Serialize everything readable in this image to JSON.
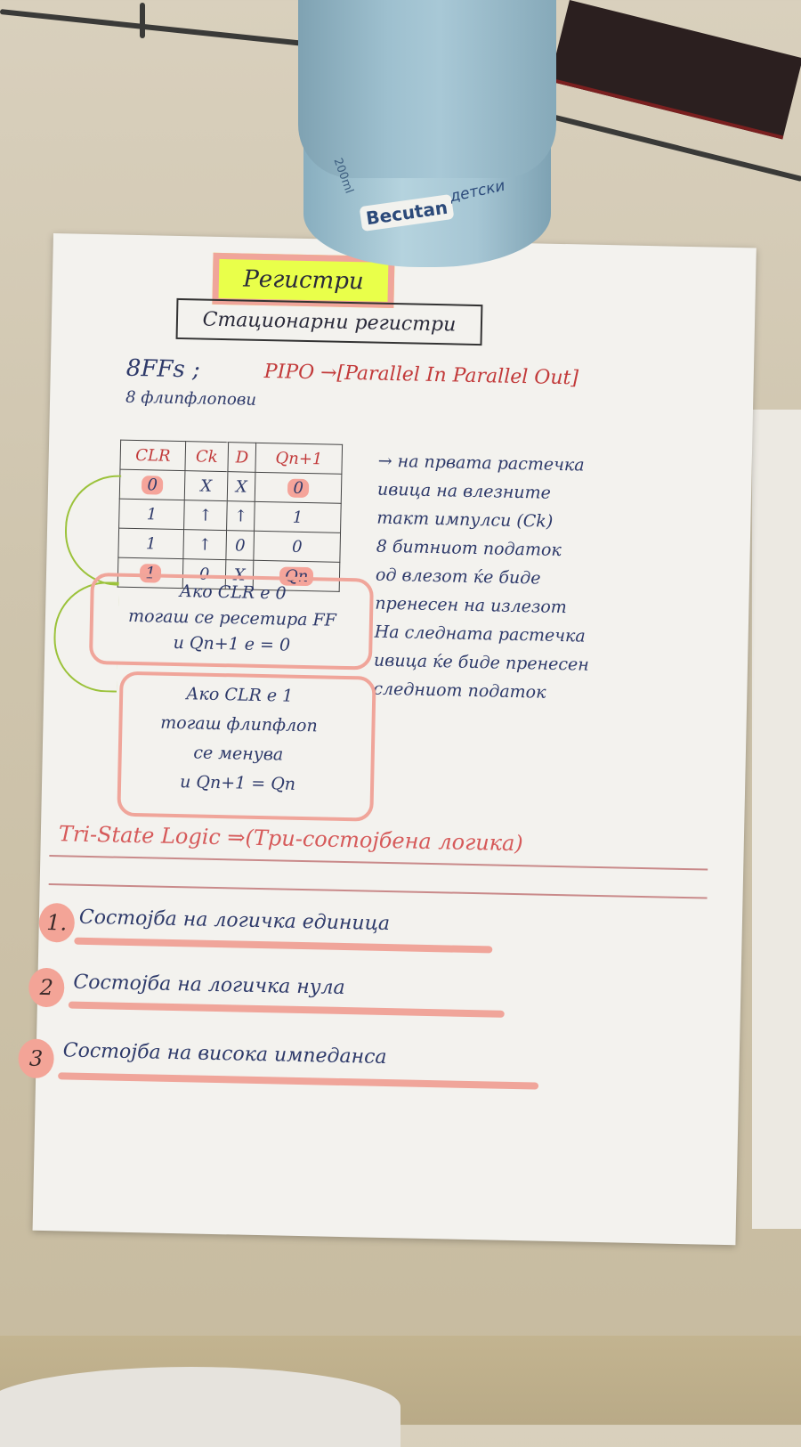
{
  "jar": {
    "brand": "Becutan",
    "subtitle": "детски",
    "volume": "200ml"
  },
  "note": {
    "title": "Регистри",
    "subtitle": "Стационарни регистри",
    "ffs": "8FFs ;",
    "pipo": "PIPO →[Parallel In Parallel Out]",
    "ffs_desc": "8 флипфлопови",
    "table": {
      "headers": [
        "CLR",
        "Ck",
        "D",
        "Qn+1"
      ],
      "rows": [
        [
          "0",
          "X",
          "X",
          "0"
        ],
        [
          "1",
          "↑",
          "↑",
          "1"
        ],
        [
          "1",
          "↑",
          "0",
          "0"
        ],
        [
          "1",
          "0",
          "X",
          "Qn"
        ]
      ]
    },
    "right_text": [
      "→ на првата растечка",
      "ивица на влезните",
      "такт импулси (Ck)",
      "8 битниот податок",
      "од влезот ќе биде",
      "пренесен на излезот",
      "На следната растечка",
      "ивица ќе биде пренесен",
      "следниот податок"
    ],
    "box1": [
      "Ако CLR е 0",
      "тогаш се ресетира FF",
      "и Qn+1 е = 0"
    ],
    "box2": [
      "Ако CLR е 1",
      "тогаш флипфлоп",
      "се менува",
      "и Qn+1 = Qn"
    ],
    "tri_state": "Tri-State Logic ⇒(Три-состојбена логика)",
    "states": [
      {
        "num": "1.",
        "text": "Состојба на логичка единица"
      },
      {
        "num": "2",
        "text": "Состојба на логичка нула"
      },
      {
        "num": "3",
        "text": "Состојба на висока импеданса"
      }
    ]
  }
}
